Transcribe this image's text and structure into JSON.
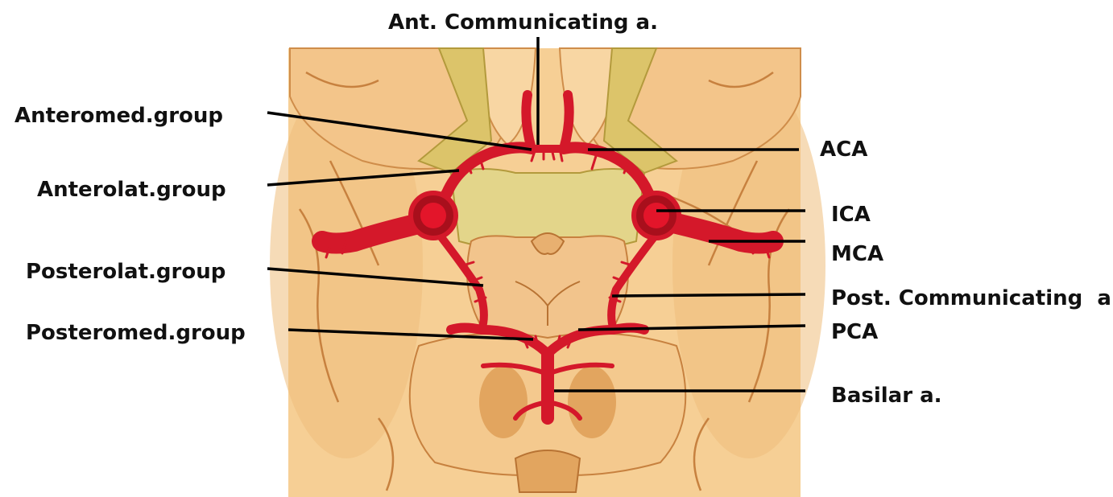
{
  "labels": {
    "ant_communicating": "Ant. Communicating a.",
    "anteromed_group": "Anteromed.group",
    "anterolat_group": "Anterolat.group",
    "posterolat_group": "Posterolat.group",
    "posteromed_group": "Posteromed.group",
    "aca": "ACA",
    "ica": "ICA",
    "mca": "MCA",
    "post_communicating": "Post. Communicating  a.",
    "pca": "PCA",
    "basilar": "Basilar a."
  },
  "colors": {
    "artery": "#d4182a",
    "artery_dark": "#a80f1c",
    "brain_base": "#f6cf95",
    "brain_shadow": "#e2a55f",
    "sulcus": "#c7813f",
    "optic_yellow": "#dcc46a",
    "leader_line": "#000000"
  }
}
